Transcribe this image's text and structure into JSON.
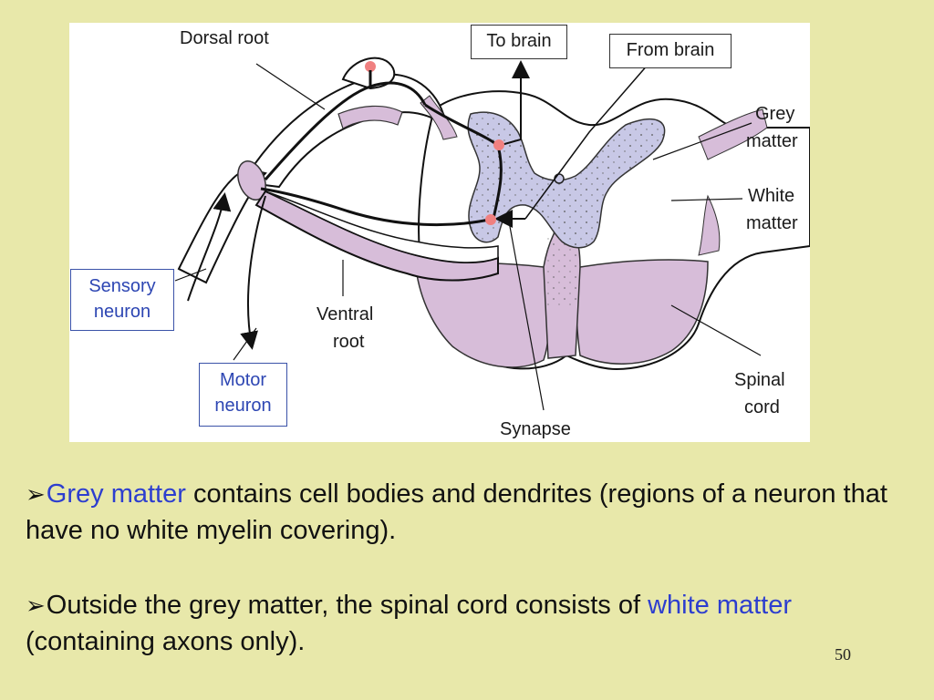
{
  "diagram": {
    "labels": {
      "dorsal_root": "Dorsal root",
      "to_brain": "To brain",
      "from_brain": "From brain",
      "grey_matter_line1": "Grey",
      "grey_matter_line2": "matter",
      "white_matter_line1": "White",
      "white_matter_line2": "matter",
      "sensory_line1": "Sensory",
      "sensory_line2": "neuron",
      "motor_line1": "Motor",
      "motor_line2": "neuron",
      "ventral_line1": "Ventral",
      "ventral_line2": "root",
      "spinal_line1": "Spinal",
      "spinal_line2": "cord",
      "synapse": "Synapse"
    },
    "colors": {
      "grey_matter_fill": "#c8c8e6",
      "root_fill": "#d7bdd9",
      "synapse_dot": "#f08080",
      "outline": "#111111"
    }
  },
  "bullets": [
    {
      "marker": "➢",
      "highlight": "Grey matter",
      "text": " contains cell bodies and dendrites (regions of a neuron that have no white myelin covering)."
    },
    {
      "marker": "➢",
      "text_before": "Outside the grey matter, the spinal cord consists of ",
      "highlight": "white matter",
      "text_after": " (containing axons only)."
    }
  ],
  "page_number": "50",
  "colors": {
    "background": "#e8e8aa",
    "accent_text": "#2d3ecf"
  }
}
